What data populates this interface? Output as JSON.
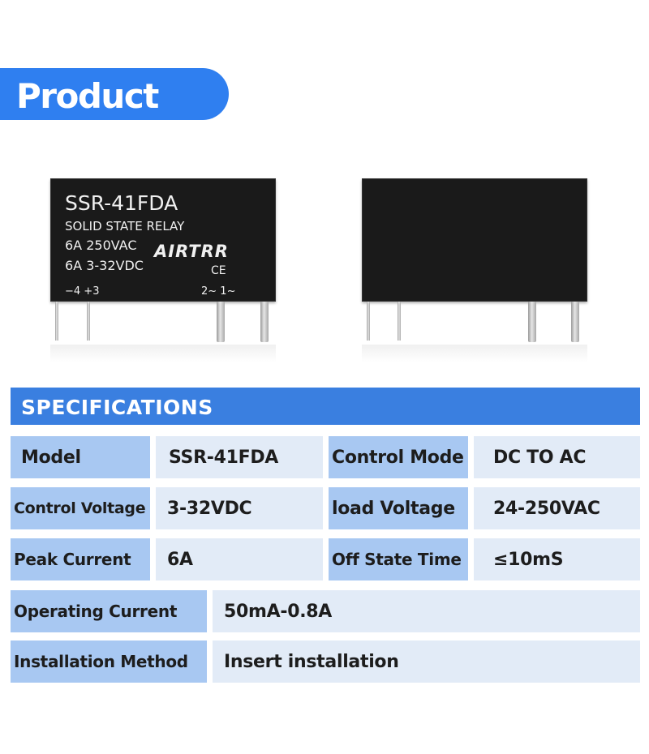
{
  "banner": {
    "title": "Product Size"
  },
  "relay_front": {
    "model": "SSR-41FDA",
    "type": "SOLID STATE RELAY",
    "rating_load": "6A  250VAC",
    "rating_control": "6A  3-32VDC",
    "brand": "AIRTRR",
    "cert": "CE",
    "pin_left": "−4  +3",
    "pin_right": "2~  1~"
  },
  "specs": {
    "header": "SPECIFICATIONS",
    "rows": [
      {
        "k1": "Model",
        "v1": "SSR-41FDA",
        "k2": "Control Mode",
        "v2": "DC TO AC"
      },
      {
        "k1": "Control Voltage",
        "v1": "3-32VDC",
        "k2": "load Voltage",
        "v2": "24-250VAC"
      },
      {
        "k1": "Peak Current",
        "v1": "6A",
        "k2": "Off State Time",
        "v2": "≤10mS"
      }
    ],
    "wide_rows": [
      {
        "k": "Operating Current",
        "v": "50mA-0.8A"
      },
      {
        "k": "Installation Method",
        "v": "Insert installation"
      }
    ]
  }
}
